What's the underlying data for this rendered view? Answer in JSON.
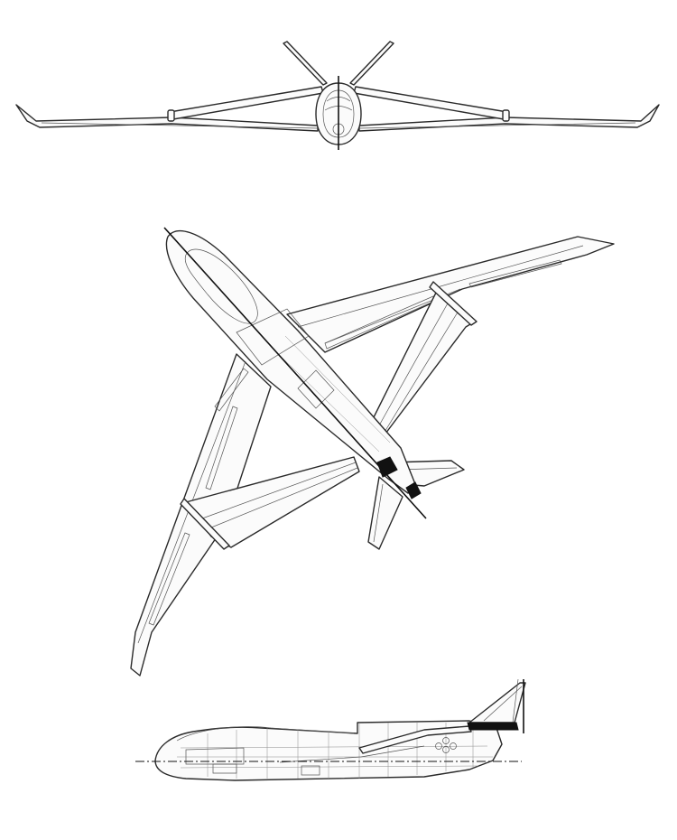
{
  "colors": {
    "background": "#ffffff",
    "linework": "#2a2a2a",
    "engine_fill": "#111111"
  },
  "views": [
    {
      "view": "front"
    },
    {
      "view": "top"
    },
    {
      "view": "side"
    }
  ]
}
